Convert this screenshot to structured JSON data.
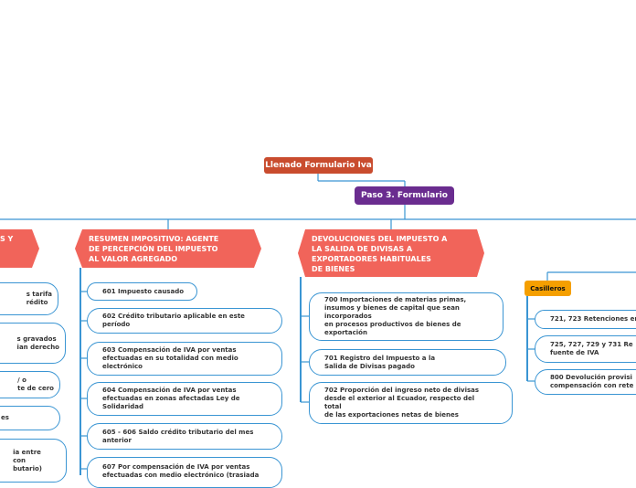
{
  "root": {
    "label": "Llenado Formulario Iva"
  },
  "paso3": {
    "label": "Paso 3. Formulario"
  },
  "left_section": {
    "label": "S Y"
  },
  "left_items": [
    "s tarifa\nrédito",
    "s gravados\nian derecho",
    "/ o\nte de cero",
    "es",
    "ia entre\ncon\nbutario)"
  ],
  "section_resumen": {
    "title": "RESUMEN IMPOSITIVO: AGENTE\nDE PERCEPCIÓN DEL IMPUESTO\nAL VALOR AGREGADO",
    "items": [
      "601 Impuesto causado",
      "602 Crédito tributario aplicable en este\nperíodo",
      "603 Compensación de IVA por ventas\nefectuadas en su totalidad con medio\nelectrónico",
      "604 Compensación de IVA por ventas\nefectuadas en zonas afectadas Ley de\nSolidaridad",
      "605 - 606 Saldo crédito tributario del mes\nanterior",
      "607 Por compensación de IVA por ventas\nefectuadas con medio electrónico (trasiada"
    ]
  },
  "section_devoluciones": {
    "title": "DEVOLUCIONES DEL IMPUESTO A\nLA SALIDA DE DIVISAS A\nEXPORTADORES HABITUALES\nDE BIENES",
    "items": [
      "700 Importaciones de materias primas,\ninsumos y bienes de capital que sean\nincorporados\nen procesos productivos de bienes de\nexportación",
      "701 Registro del Impuesto a la\nSalida de Divisas pagado",
      "702 Proporción del ingreso neto de divisas\ndesde el exterior al Ecuador, respecto del\ntotal\nde las exportaciones netas de bienes"
    ]
  },
  "section_casilleros": {
    "title": "Casilleros",
    "items": [
      "721, 723 Retenciones en",
      "725, 727, 729 y 731 Re\nfuente de IVA",
      "800 Devolución provisi\ncompensación con rete"
    ]
  },
  "colors": {
    "root": "#c94c2e",
    "paso": "#6a2c8f",
    "section": "#f1645a",
    "casilleros": "#f59f00",
    "connector": "#3a95d3"
  }
}
